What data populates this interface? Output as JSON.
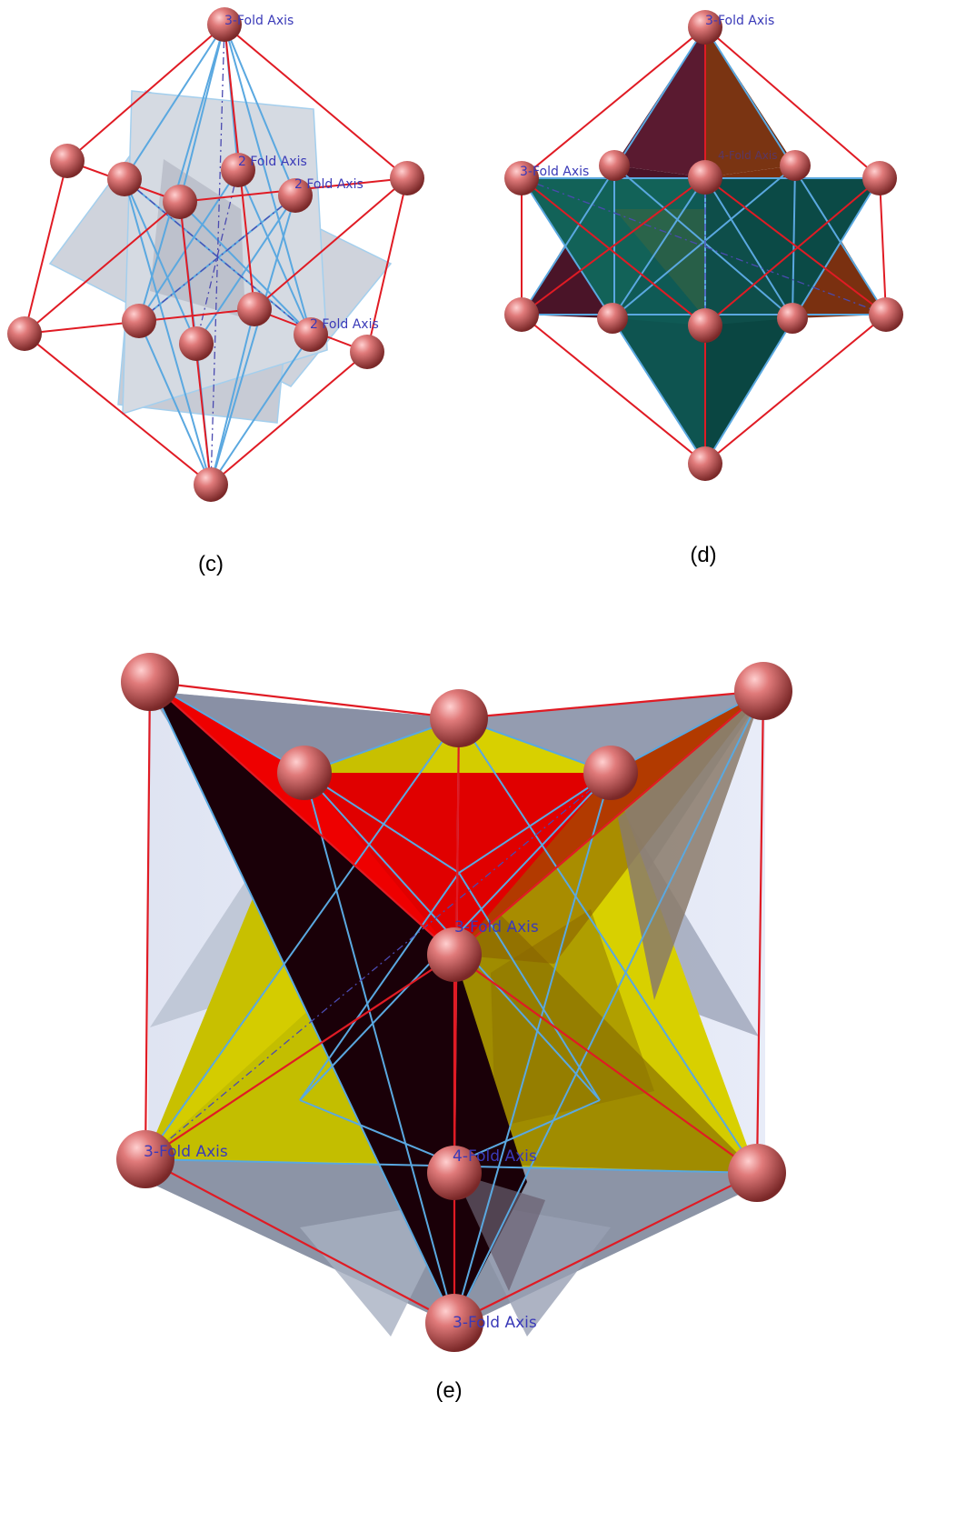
{
  "figure": {
    "panels": [
      {
        "id": "c",
        "label": "(c)"
      },
      {
        "id": "d",
        "label": "(d)"
      },
      {
        "id": "e",
        "label": "(e)"
      }
    ],
    "axis_labels": {
      "c": [
        "3-Fold Axis",
        "2 Fold Axis",
        "2 Fold Axis",
        "2 Fold Axis"
      ],
      "d": [
        "3-Fold Axis",
        "3-Fold Axis",
        "4-Fold Axis"
      ],
      "e": [
        "3-Fold Axis",
        "3-Fold Axis",
        "4-Fold Axis",
        "3-Fold Axis"
      ]
    }
  },
  "colors": {
    "cube_edge": "#e01b24",
    "inner_edge": "#5aa8e0",
    "sphere": "#c85a5a",
    "plane_gray": "#a8b0c0",
    "face_teal": "#0f5a55",
    "face_maroon": "#5a1428",
    "face_brown": "#7a3010",
    "face_yellow": "#d4cc00",
    "face_red": "#ee0000",
    "face_black": "#1a0008",
    "axis_text": "#3a3ab8"
  }
}
